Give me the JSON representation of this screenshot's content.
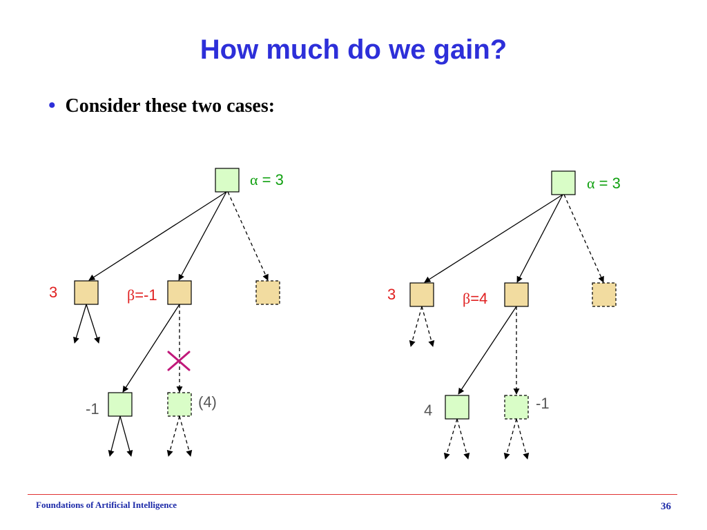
{
  "slide": {
    "title": "How much do we gain?",
    "bullet": "Consider these two cases:",
    "footer_text": "Foundations of Artificial Intelligence",
    "page_number": "36"
  },
  "colors": {
    "title": "#2d2fd9",
    "max_node_fill": "#d9fdc7",
    "min_node_fill": "#f2dca0",
    "alpha_green": "#10a010",
    "beta_red": "#e02020",
    "value_gray": "#555555",
    "cross_magenta": "#c0187a",
    "footer_line": "#e03030",
    "footer_text": "#1c2aa8"
  },
  "left_tree": {
    "alpha_symbol": "α",
    "alpha_text": " = 3",
    "leaf_value": "3",
    "beta_symbol": "β",
    "beta_text": "=-1",
    "child1_value": "-1",
    "child2_value": "(4)"
  },
  "right_tree": {
    "alpha_symbol": "α",
    "alpha_text": " = 3",
    "leaf_value": "3",
    "beta_symbol": "β",
    "beta_text": "=4",
    "child1_value": "4",
    "child2_value": "-1"
  }
}
